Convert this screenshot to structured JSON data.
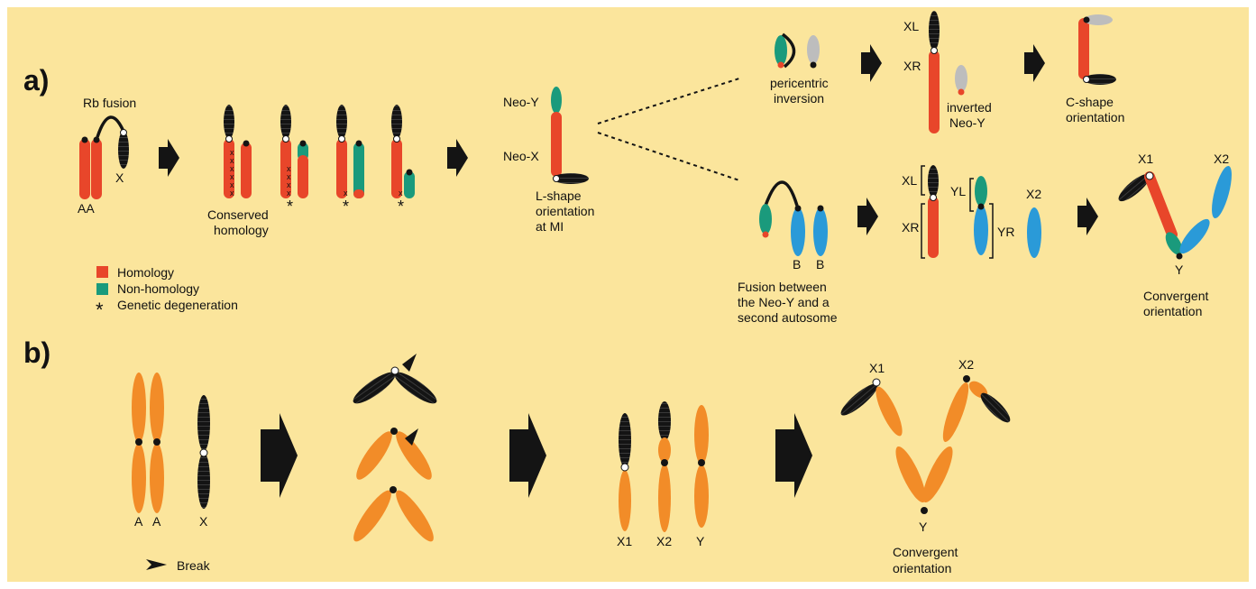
{
  "colors": {
    "background": "#fbe59c",
    "homology": "#e8462a",
    "non_homology": "#1a9a7c",
    "autosome_b": "#2a9ad8",
    "autosome_orange": "#f28c28",
    "black": "#141414",
    "grey": "#bdbdbd"
  },
  "panel_a": {
    "label": "a)",
    "rb_fusion": "Rb fusion",
    "aa": "AA",
    "x": "X",
    "conserved": [
      "Conserved",
      "homology"
    ],
    "neo_y": "Neo-Y",
    "neo_x": "Neo-X",
    "lshape": [
      "L-shape",
      "orientation",
      "at MI"
    ],
    "pericentric": [
      "pericentric",
      "inversion"
    ],
    "xl": "XL",
    "xr": "XR",
    "inverted": [
      "inverted",
      "Neo-Y"
    ],
    "cshape": [
      "C-shape",
      "orientation"
    ],
    "b": "B",
    "fusion_caption": [
      "Fusion between",
      "the Neo-Y and a",
      "second autosome"
    ],
    "yl": "YL",
    "yr": "YR",
    "x2": "X2",
    "x1": "X1",
    "y": "Y",
    "convergent": [
      "Convergent",
      "orientation"
    ],
    "legend": [
      {
        "name": "homology",
        "label": "Homology"
      },
      {
        "name": "non-homology",
        "label": "Non-homology"
      },
      {
        "name": "genetic-degeneration",
        "label": "Genetic degeneration"
      }
    ]
  },
  "panel_b": {
    "label": "b)",
    "a": "A",
    "x": "X",
    "break_label": "Break",
    "x1": "X1",
    "x2": "X2",
    "y": "Y",
    "convergent": [
      "Convergent",
      "orientation"
    ]
  }
}
